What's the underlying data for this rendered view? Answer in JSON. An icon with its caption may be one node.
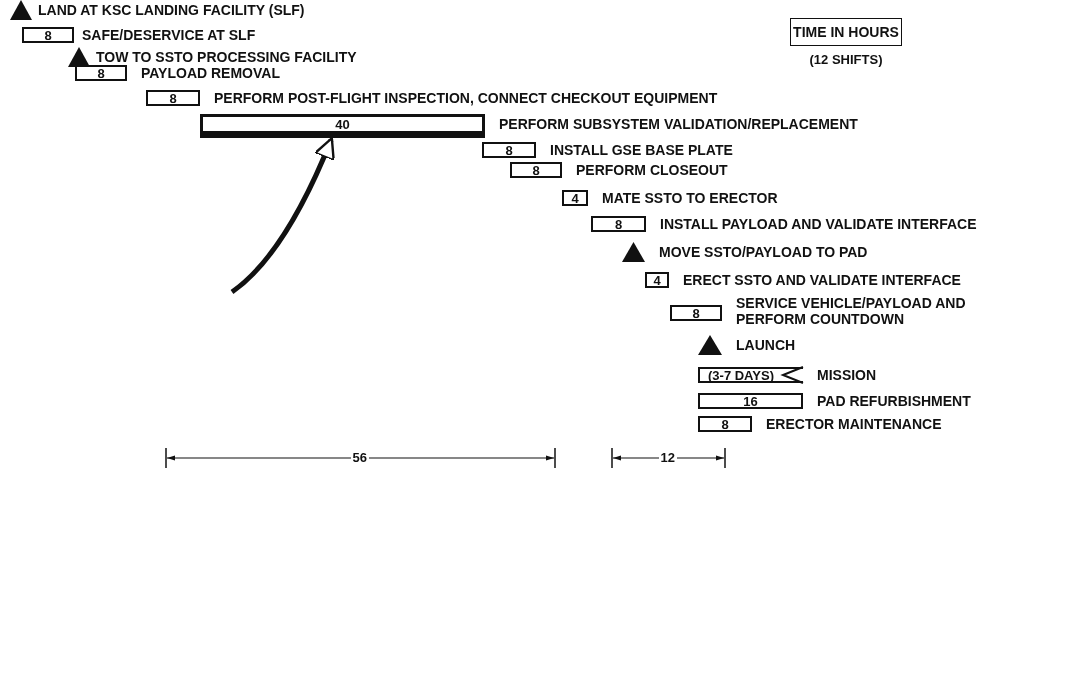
{
  "diagram": {
    "nodes": [
      {
        "text": [],
        "shape": "triangle",
        "beside": [
          "LAND AT KSC LANDING FACILITY (SLF)"
        ]
      },
      {
        "text": [
          "8"
        ],
        "beside": [
          "SAFE/DESERVICE AT SLF"
        ]
      },
      {
        "text": [],
        "shape": "triangle",
        "beside": [
          "TOW TO SSTO PROCESSING FACILITY"
        ]
      },
      {
        "text": [
          "8"
        ],
        "beside": [
          "PAYLOAD REMOVAL"
        ]
      },
      {
        "text": [
          "8"
        ],
        "beside": [
          "PERFORM POST-FLIGHT INSPECTION, CONNECT CHECKOUT EQUIPMENT"
        ]
      },
      {
        "text": [
          "40"
        ],
        "beside": [
          "PERFORM SUBSYSTEM VALIDATION/REPLACEMENT"
        ]
      },
      {
        "text": [
          "8"
        ],
        "beside": [
          "INSTALL GSE BASE PLATE"
        ]
      },
      {
        "text": [
          "8"
        ],
        "beside": [
          "PERFORM CLOSEOUT"
        ]
      },
      {
        "text": [
          "4"
        ],
        "beside": [
          "MATE SSTO TO ERECTOR"
        ]
      },
      {
        "text": [
          "8"
        ],
        "beside": [
          "INSTALL PAYLOAD AND VALIDATE INTERFACE"
        ]
      },
      {
        "text": [],
        "shape": "triangle",
        "beside": [
          "MOVE SSTO/PAYLOAD TO PAD"
        ]
      },
      {
        "text": [
          "4"
        ],
        "beside": [
          "ERECT SSTO AND VALIDATE INTERFACE"
        ]
      },
      {
        "text": [
          "8"
        ],
        "beside": [
          "SERVICE VEHICLE/PAYLOAD AND PERFORM COUNTDOWN"
        ]
      },
      {
        "text": [],
        "shape": "triangle",
        "beside": [
          "LAUNCH"
        ]
      },
      {
        "text": [
          "(3-7 DAYS)"
        ],
        "beside": [
          "MISSION"
        ]
      },
      {
        "text": [
          "16"
        ],
        "beside": [
          "PAD REFURBISHMENT"
        ]
      },
      {
        "text": [
          "8"
        ],
        "beside": [
          "ERECTOR MAINTENANCE"
        ]
      },
      {
        "text": [
          "TIME IN HOURS"
        ],
        "beside": [
          "(12 SHIFTS)"
        ]
      }
    ],
    "edges": [
      {
        "from": null,
        "to": 5,
        "arrow": "to"
      }
    ],
    "labels": [
      "56",
      "12"
    ]
  }
}
